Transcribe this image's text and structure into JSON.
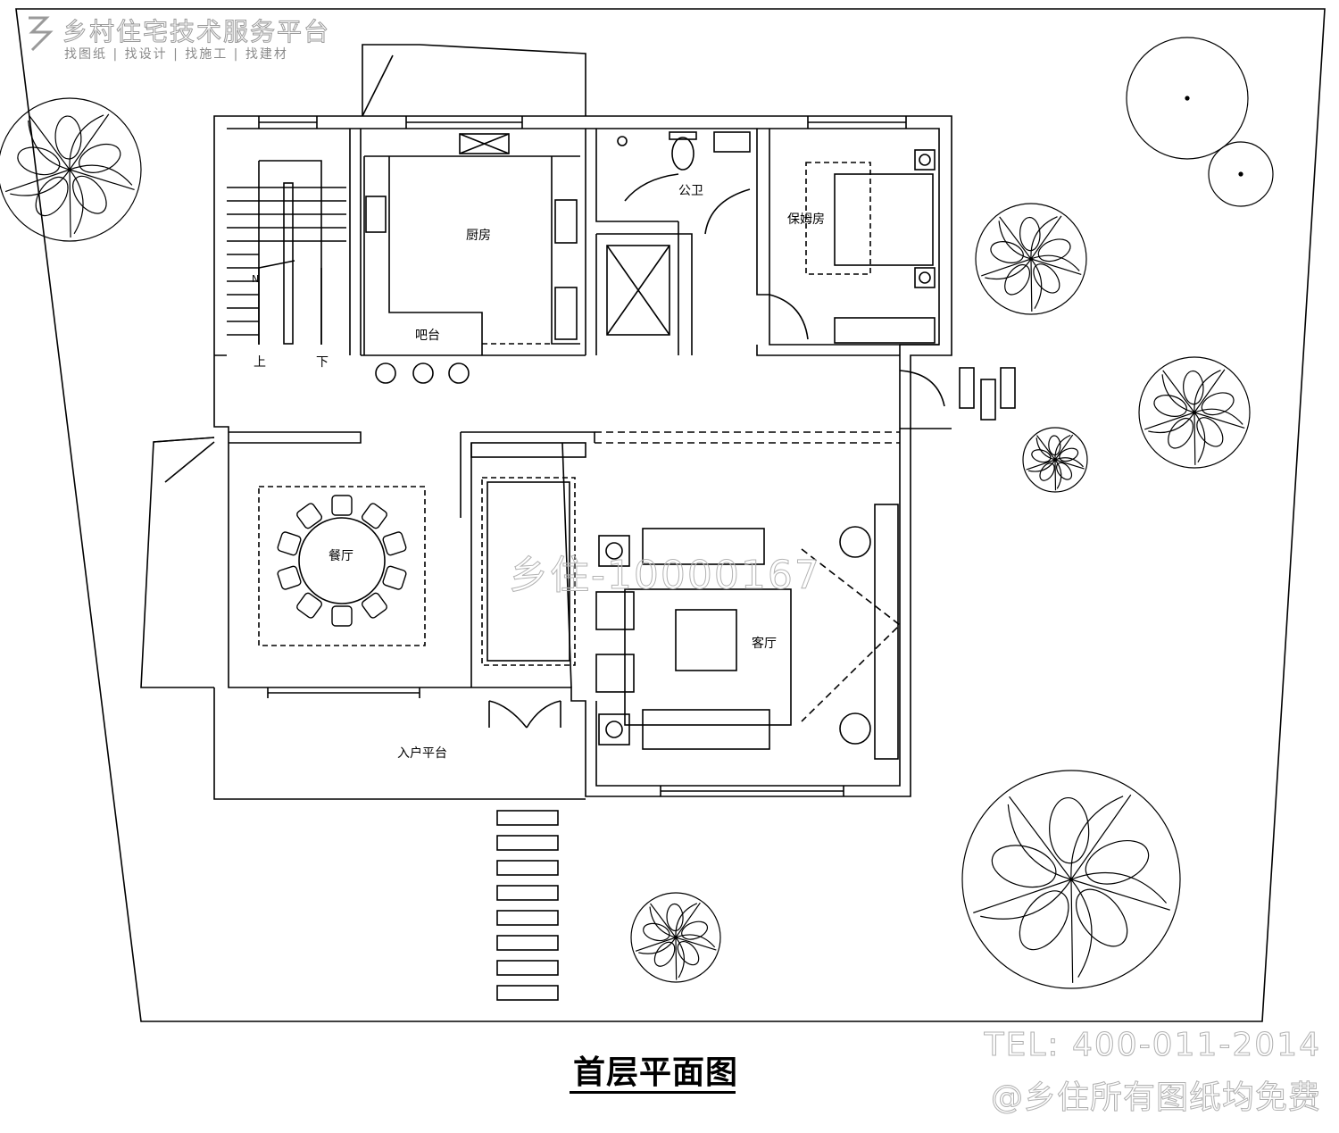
{
  "watermark": {
    "brand": "乡村住宅技术服务平台",
    "slogan": "找图纸 | 找设计 | 找施工 | 找建材",
    "drawing_id": "乡住-10000167"
  },
  "drawing": {
    "title": "首层平面图"
  },
  "rooms": {
    "kitchen": "厨房",
    "bar": "吧台",
    "public_wc": "公卫",
    "nanny_room": "保姆房",
    "dining": "餐厅",
    "living": "客厅",
    "entry_platform": "入户平台",
    "stair_up": "上",
    "stair_down": "下",
    "north": "N"
  },
  "contact": {
    "tel": "TEL: 400-011-2014",
    "note": "@乡住所有图纸均免费"
  },
  "colors": {
    "line": "#000000",
    "watermark": "#9a9a9a",
    "background": "#ffffff"
  }
}
